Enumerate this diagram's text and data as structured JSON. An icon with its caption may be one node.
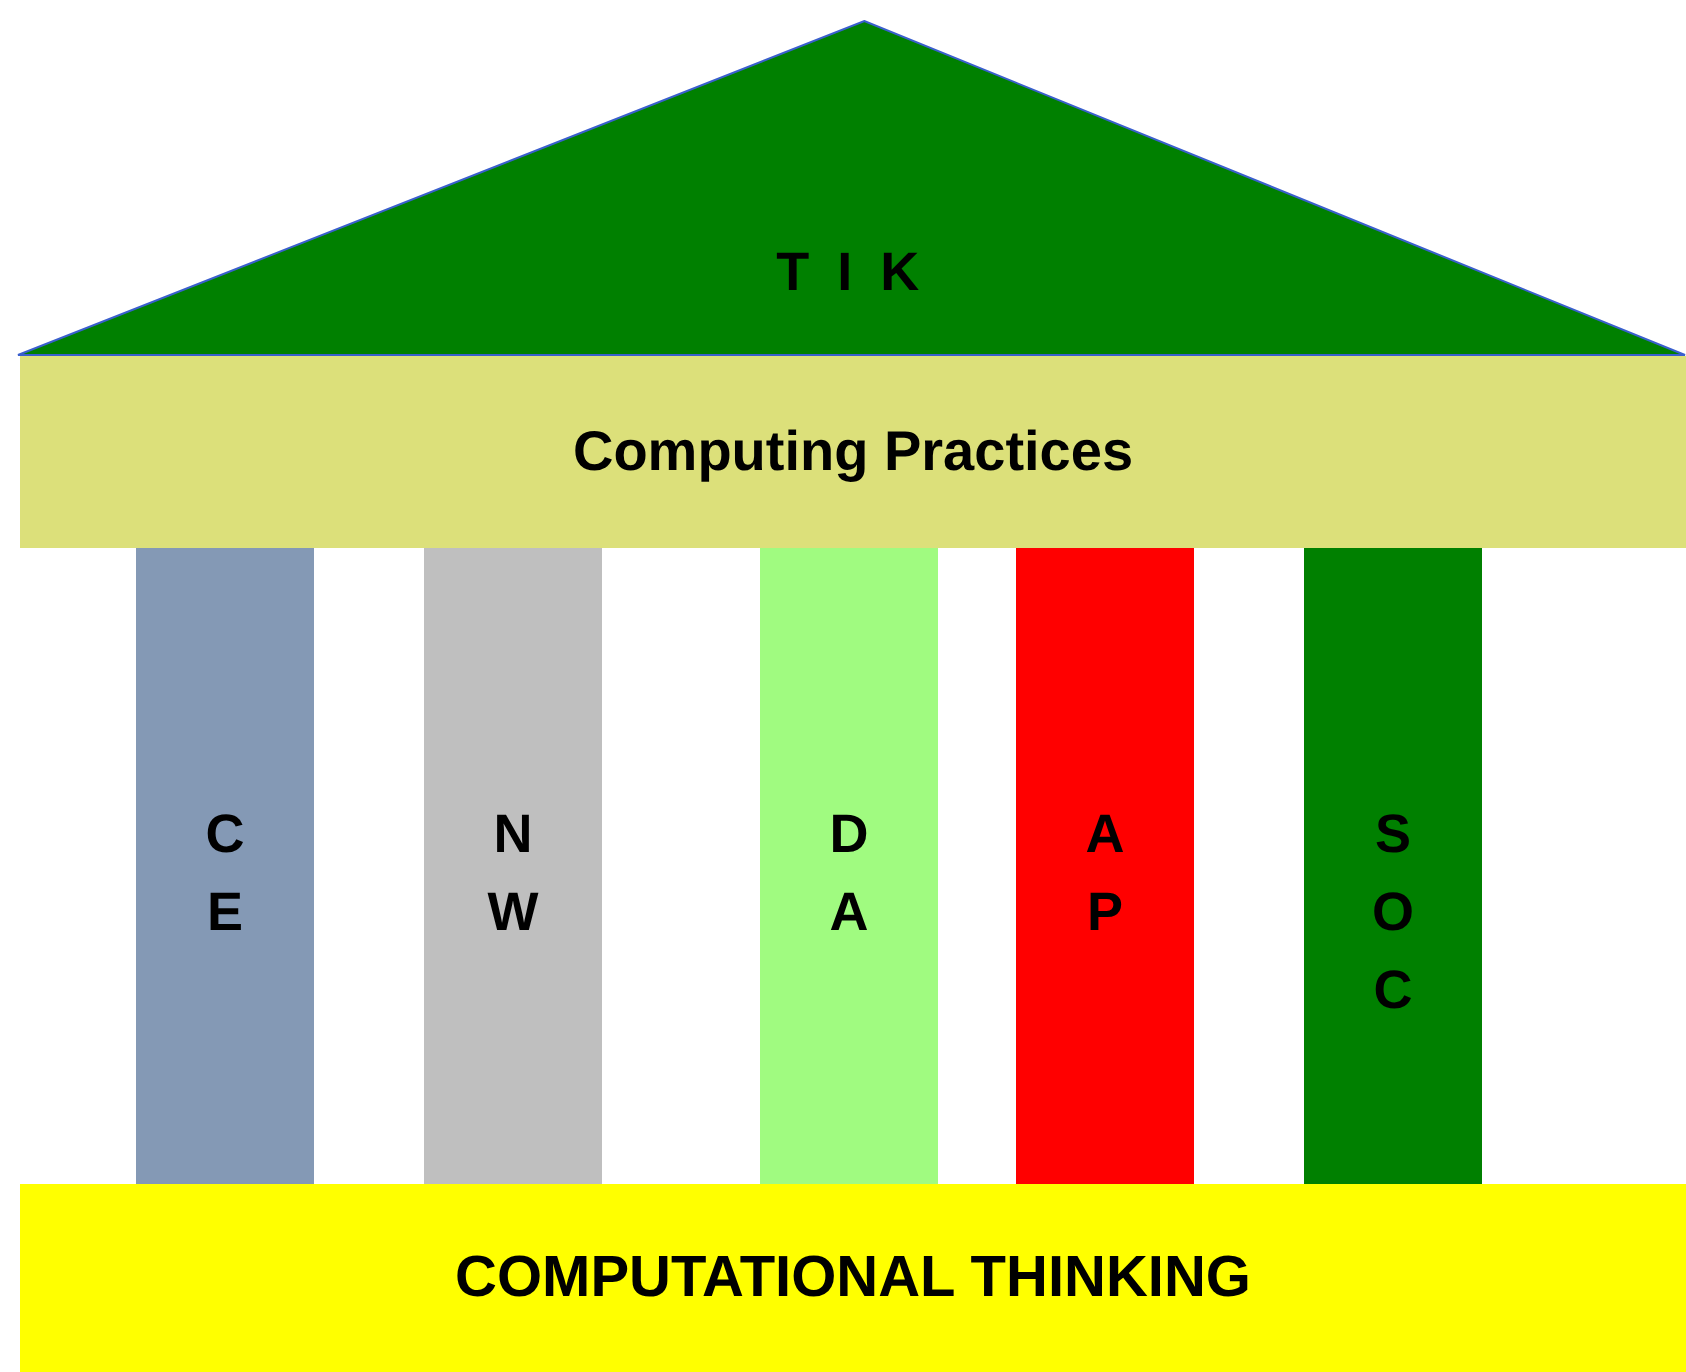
{
  "diagram": {
    "nodes": [
      {
        "text": [
          "T I K"
        ]
      },
      {
        "text": [
          "Computing Practices"
        ]
      },
      {
        "text": [
          "C E"
        ]
      },
      {
        "text": [
          "N W"
        ]
      },
      {
        "text": [
          "D A"
        ]
      },
      {
        "text": [
          "A P"
        ]
      },
      {
        "text": [
          "S O C"
        ]
      },
      {
        "text": [
          "COMPUTATIONAL THINKING"
        ]
      }
    ]
  }
}
